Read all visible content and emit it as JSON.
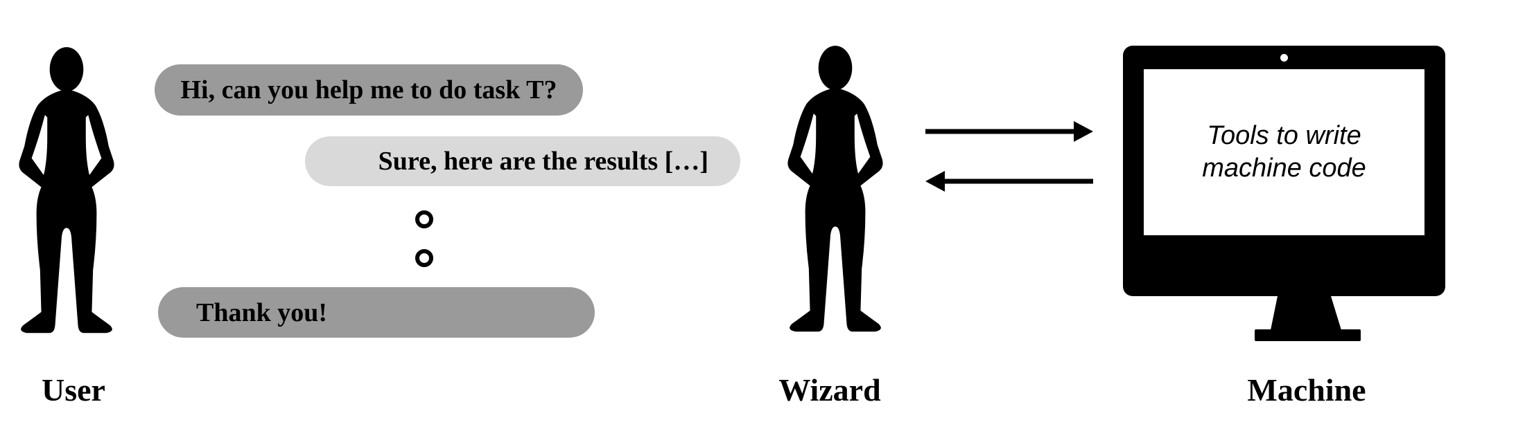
{
  "diagram": {
    "title_hint": "wizard-of-oz-setup",
    "actors": {
      "user": {
        "label": "User"
      },
      "wizard": {
        "label": "Wizard"
      },
      "machine": {
        "label": "Machine",
        "screen_lines": [
          "Tools to write",
          "machine code"
        ]
      }
    },
    "conversation": {
      "bubbles": [
        {
          "from": "user",
          "tone": "dark",
          "text": "Hi, can you help me to do task T?"
        },
        {
          "from": "wizard",
          "tone": "light",
          "text": "Sure, here are the results […]"
        },
        {
          "from": "user",
          "tone": "dark",
          "text": "Thank you!"
        }
      ],
      "continuation_dots": 2
    },
    "arrows": {
      "right": "wizard-to-machine",
      "left": "machine-to-wizard"
    },
    "colors": {
      "bubble_dark": "#9a9a9a",
      "bubble_light": "#d9d9d9",
      "ink": "#000000",
      "background": "#ffffff"
    }
  }
}
